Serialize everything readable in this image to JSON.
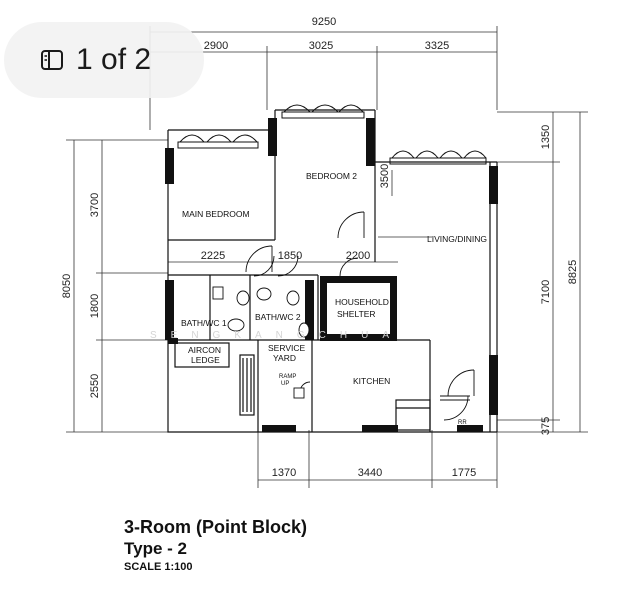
{
  "page_indicator": {
    "label": "1 of 2",
    "icon": "sidebar-panel-icon"
  },
  "dimensions": {
    "overall_width": "9250",
    "top_segments": [
      "2900",
      "3025",
      "3325"
    ],
    "left_overall": "8050",
    "left_segments": [
      "3700",
      "1800",
      "2550"
    ],
    "right_overall": "8825",
    "right_segments": [
      "1350",
      "7100",
      "375"
    ],
    "inner": [
      "2225",
      "1850",
      "2200",
      "3500"
    ],
    "bottom_segments": [
      "1370",
      "3440",
      "1775"
    ]
  },
  "rooms": {
    "main_bedroom": "MAIN BEDROOM",
    "bedroom_2": "BEDROOM 2",
    "living_dining": "LIVING/DINING",
    "bath_wc_1": "BATH/WC 1",
    "bath_wc_2": "BATH/WC 2",
    "household_shelter_1": "HOUSEHOLD",
    "household_shelter_2": "SHELTER",
    "aircon_ledge_1": "AIRCON",
    "aircon_ledge_2": "LEDGE",
    "service_yard_1": "SERVICE",
    "service_yard_2": "YARD",
    "kitchen": "KITCHEN",
    "ramp_1": "RAMP",
    "ramp_2": "UP",
    "refuse": "RR"
  },
  "watermark": "SENGKANGCHUA",
  "caption": {
    "title": "3-Room (Point Block)",
    "type": "Type - 2",
    "scale": "SCALE 1:100"
  },
  "colors": {
    "ink": "#111111",
    "badge_bg": "#f2f2f2"
  }
}
